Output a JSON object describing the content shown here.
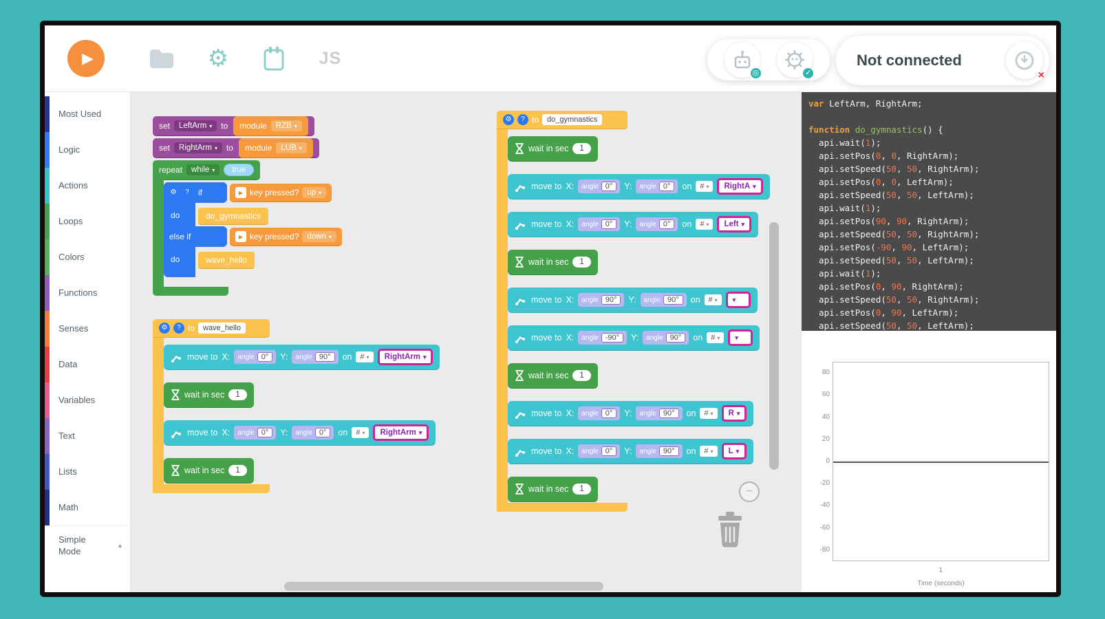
{
  "icons": {
    "caret_down": "▾",
    "caret_up": "▴",
    "gear": "⚙",
    "help": "?",
    "play": "▶",
    "check": "✓",
    "ring": "◎",
    "cross": "×",
    "minus": "−",
    "logo_play": "▶"
  },
  "header": {
    "js_label": "JS",
    "connection_status": "Not connected"
  },
  "sidebar": {
    "items": [
      {
        "label": "Most Used",
        "color": "#27329b"
      },
      {
        "label": "Logic",
        "color": "#2f7df6"
      },
      {
        "label": "Actions",
        "color": "#35c3cd"
      },
      {
        "label": "Loops",
        "color": "#46a24a"
      },
      {
        "label": "Colors",
        "color": "#57b15a"
      },
      {
        "label": "Functions",
        "color": "#8e5bbf"
      },
      {
        "label": "Senses",
        "color": "#f07f30"
      },
      {
        "label": "Data",
        "color": "#e8413c"
      },
      {
        "label": "Variables",
        "color": "#e85c8f"
      },
      {
        "label": "Text",
        "color": "#8a63c9"
      },
      {
        "label": "Lists",
        "color": "#4456c8"
      },
      {
        "label": "Math",
        "color": "#232f8f"
      },
      {
        "label": "Simple Mode",
        "color": "#ffffff",
        "caret": "▴"
      }
    ]
  },
  "blocks": {
    "labels": {
      "set": "set",
      "to": "to",
      "module": "module",
      "repeat": "repeat",
      "if": "if",
      "do": "do",
      "else_if": "else if",
      "key_pressed": "key pressed?",
      "move_to": "move to",
      "x": "X:",
      "y": "Y:",
      "on": "on",
      "angle": "angle",
      "wait_in_sec": "wait in sec",
      "func_to": "to"
    },
    "setup": {
      "sets": [
        {
          "variable": "LeftArm",
          "module": "RZB"
        },
        {
          "variable": "RightArm",
          "module": "LUB"
        }
      ],
      "repeat_mode": "while",
      "repeat_cond": "true",
      "branches": [
        {
          "cond_key": "up",
          "call": "do_gymnastics"
        },
        {
          "cond_key": "down",
          "call": "wave_hello"
        }
      ]
    },
    "functions": [
      {
        "name": "wave_hello",
        "rows": [
          {
            "type": "move",
            "x": "0°",
            "y": "90°",
            "port": "#",
            "servo": "RightArm"
          },
          {
            "type": "wait",
            "secs": "1"
          },
          {
            "type": "move",
            "x": "0°",
            "y": "0°",
            "port": "#",
            "servo": "RightArm"
          },
          {
            "type": "wait",
            "secs": "1"
          }
        ]
      },
      {
        "name": "do_gymnastics",
        "rows": [
          {
            "type": "wait",
            "secs": "1"
          },
          {
            "type": "move",
            "x": "0°",
            "y": "0°",
            "port": "#",
            "servo": "RightA"
          },
          {
            "type": "move",
            "x": "0°",
            "y": "0°",
            "port": "#",
            "servo": "Left"
          },
          {
            "type": "wait",
            "secs": "1"
          },
          {
            "type": "move",
            "x": "90°",
            "y": "90°",
            "port": "#",
            "servo": ""
          },
          {
            "type": "move",
            "x": "-90°",
            "y": "90°",
            "port": "#",
            "servo": ""
          },
          {
            "type": "wait",
            "secs": "1"
          },
          {
            "type": "move",
            "x": "0°",
            "y": "90°",
            "port": "#",
            "servo": "R"
          },
          {
            "type": "move",
            "x": "0°",
            "y": "90°",
            "port": "#",
            "servo": "L"
          },
          {
            "type": "wait",
            "secs": "1"
          }
        ]
      }
    ]
  },
  "code_panel": {
    "lines": [
      [
        [
          "var",
          "kw"
        ],
        [
          " LeftArm, RightArm;",
          "pl"
        ]
      ],
      [],
      [
        [
          "function",
          "kw"
        ],
        [
          " ",
          "pl"
        ],
        [
          "do_gymnastics",
          "fnm"
        ],
        [
          "() {",
          "pl"
        ]
      ],
      [
        [
          "  api.wait(",
          "pl"
        ],
        [
          "1",
          "num"
        ],
        [
          ");",
          "pl"
        ]
      ],
      [
        [
          "  api.setPos(",
          "pl"
        ],
        [
          "0",
          "num"
        ],
        [
          ", ",
          "pl"
        ],
        [
          "0",
          "num"
        ],
        [
          ", RightArm);",
          "pl"
        ]
      ],
      [
        [
          "  api.setSpeed(",
          "pl"
        ],
        [
          "50",
          "num"
        ],
        [
          ", ",
          "pl"
        ],
        [
          "50",
          "num"
        ],
        [
          ", RightArm);",
          "pl"
        ]
      ],
      [
        [
          "  api.setPos(",
          "pl"
        ],
        [
          "0",
          "num"
        ],
        [
          ", ",
          "pl"
        ],
        [
          "0",
          "num"
        ],
        [
          ", LeftArm);",
          "pl"
        ]
      ],
      [
        [
          "  api.setSpeed(",
          "pl"
        ],
        [
          "50",
          "num"
        ],
        [
          ", ",
          "pl"
        ],
        [
          "50",
          "num"
        ],
        [
          ", LeftArm);",
          "pl"
        ]
      ],
      [
        [
          "  api.wait(",
          "pl"
        ],
        [
          "1",
          "num"
        ],
        [
          ");",
          "pl"
        ]
      ],
      [
        [
          "  api.setPos(",
          "pl"
        ],
        [
          "90",
          "num"
        ],
        [
          ", ",
          "pl"
        ],
        [
          "90",
          "num"
        ],
        [
          ", RightArm);",
          "pl"
        ]
      ],
      [
        [
          "  api.setSpeed(",
          "pl"
        ],
        [
          "50",
          "num"
        ],
        [
          ", ",
          "pl"
        ],
        [
          "50",
          "num"
        ],
        [
          ", RightArm);",
          "pl"
        ]
      ],
      [
        [
          "  api.setPos(",
          "pl"
        ],
        [
          "-90",
          "num"
        ],
        [
          ", ",
          "pl"
        ],
        [
          "90",
          "num"
        ],
        [
          ", LeftArm);",
          "pl"
        ]
      ],
      [
        [
          "  api.setSpeed(",
          "pl"
        ],
        [
          "50",
          "num"
        ],
        [
          ", ",
          "pl"
        ],
        [
          "50",
          "num"
        ],
        [
          ", LeftArm);",
          "pl"
        ]
      ],
      [
        [
          "  api.wait(",
          "pl"
        ],
        [
          "1",
          "num"
        ],
        [
          ");",
          "pl"
        ]
      ],
      [
        [
          "  api.setPos(",
          "pl"
        ],
        [
          "0",
          "num"
        ],
        [
          ", ",
          "pl"
        ],
        [
          "90",
          "num"
        ],
        [
          ", RightArm);",
          "pl"
        ]
      ],
      [
        [
          "  api.setSpeed(",
          "pl"
        ],
        [
          "50",
          "num"
        ],
        [
          ", ",
          "pl"
        ],
        [
          "50",
          "num"
        ],
        [
          ", RightArm);",
          "pl"
        ]
      ],
      [
        [
          "  api.setPos(",
          "pl"
        ],
        [
          "0",
          "num"
        ],
        [
          ", ",
          "pl"
        ],
        [
          "90",
          "num"
        ],
        [
          ", LeftArm);",
          "pl"
        ]
      ],
      [
        [
          "  api.setSpeed(",
          "pl"
        ],
        [
          "50",
          "num"
        ],
        [
          ", ",
          "pl"
        ],
        [
          "50",
          "num"
        ],
        [
          ", LeftArm);",
          "pl"
        ]
      ]
    ]
  },
  "chart_data": {
    "type": "line",
    "title": "",
    "xlabel": "Time (seconds)",
    "ylabel": "",
    "x_ticks": [
      "1"
    ],
    "y_ticks": [
      "80",
      "60",
      "40",
      "20",
      "0",
      "-20",
      "-40",
      "-60",
      "-80"
    ],
    "ylim": [
      -90,
      90
    ],
    "xlim": [
      0,
      2
    ],
    "baseline": 0,
    "grid": false,
    "series": []
  }
}
